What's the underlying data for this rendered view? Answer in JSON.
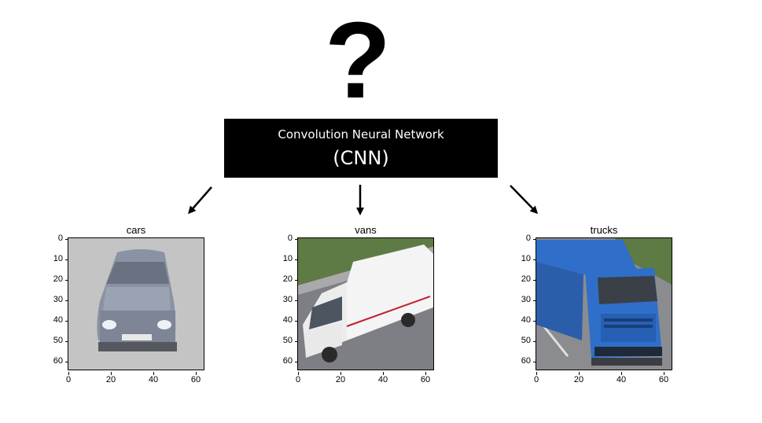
{
  "question_mark": "?",
  "cnn": {
    "line1": "Convolution Neural Network",
    "line2": "(CNN)"
  },
  "panels": [
    {
      "title": "cars",
      "y_ticks": [
        "0",
        "10",
        "20",
        "30",
        "40",
        "50",
        "60"
      ],
      "x_ticks": [
        "0",
        "20",
        "40",
        "60"
      ]
    },
    {
      "title": "vans",
      "y_ticks": [
        "0",
        "10",
        "20",
        "30",
        "40",
        "50",
        "60"
      ],
      "x_ticks": [
        "0",
        "20",
        "40",
        "60"
      ]
    },
    {
      "title": "trucks",
      "y_ticks": [
        "0",
        "10",
        "20",
        "30",
        "40",
        "50",
        "60"
      ],
      "x_ticks": [
        "0",
        "20",
        "40",
        "60"
      ]
    }
  ],
  "colors": {
    "box": "#000000",
    "box_text": "#ffffff",
    "car": "#8a93a3",
    "van": "#f4f4f4",
    "truck": "#2f6fc9",
    "road": "#7d7f84",
    "grass": "#5e7a45"
  }
}
